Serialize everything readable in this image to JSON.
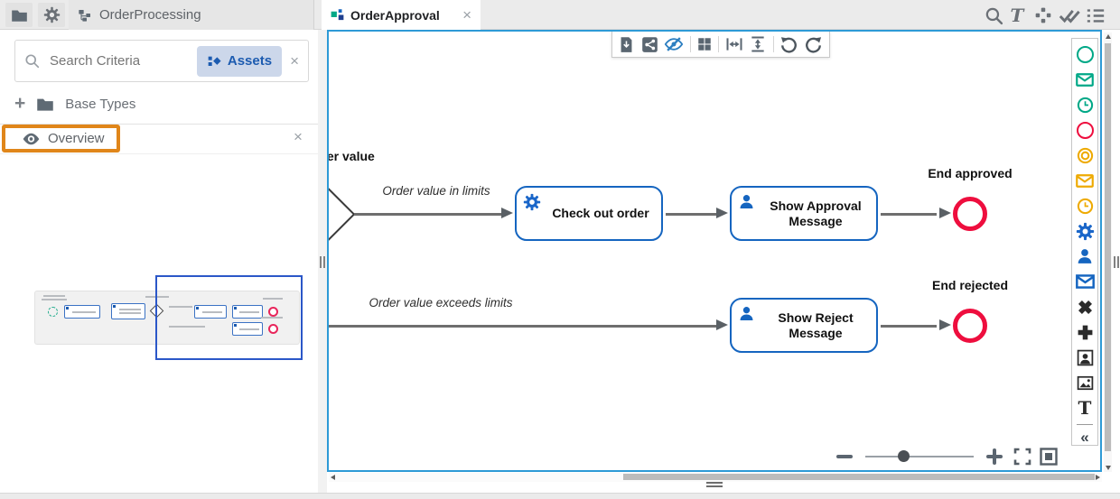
{
  "topbar": {
    "process_tab_label": "OrderProcessing",
    "doc_tab_label": "OrderApproval",
    "left_icons": [
      "folder-icon",
      "gear-icon"
    ],
    "right_icons": [
      "search-icon",
      "text-tool-icon",
      "symbols-icon",
      "validate-check-icon",
      "list-properties-icon"
    ]
  },
  "glyphs": {
    "close": "×",
    "plus": "+",
    "t": "T",
    "collapse": "«"
  },
  "left_panel": {
    "search_placeholder": "Search Criteria",
    "assets_button_label": "Assets",
    "base_types_label": "Base Types",
    "overview_title": "Overview"
  },
  "canvas_toolbar": {
    "icons": [
      "download-diagram",
      "share-diagram",
      "hide-elements-eye-off",
      "layout-grid",
      "match-width",
      "match-height",
      "undo",
      "redo"
    ]
  },
  "diagram": {
    "gateway_label": "Order value",
    "flow_in_limits_label": "Order value in limits",
    "flow_exceeds_label": "Order value exceeds limits",
    "task_checkout_label": "Check out order",
    "task_approval_label": "Show Approval Message",
    "task_reject_label": "Show Reject Message",
    "end_approved_label": "End approved",
    "end_rejected_label": "End rejected"
  },
  "palette": {
    "items": [
      "start-event-teal-circle",
      "message-event-teal-envelope",
      "timer-event-teal-clock",
      "end-event-red-circle",
      "intermediate-event-orange-double-circle",
      "message-event-orange-envelope",
      "timer-event-orange-clock",
      "service-task-blue-gear",
      "user-task-blue-person",
      "message-task-blue-envelope",
      "exclusive-gateway-x",
      "parallel-gateway-plus",
      "person-frame",
      "image",
      "text",
      "collapse-palette"
    ]
  },
  "zoom_controls": {
    "icons": [
      "zoom-out-minus",
      "zoom-slider",
      "zoom-in-plus",
      "fit-to-screen",
      "fit-frame"
    ]
  },
  "colors": {
    "canvas_border": "#2e9ad6",
    "task_border_blue": "#1565c0",
    "end_event_red": "#ee0e3e",
    "palette_teal": "#00a887",
    "palette_orange": "#eeaa02",
    "highlight_orange": "#e0861a",
    "assets_chip_bg": "#ccd7ea",
    "assets_chip_text": "#1c5bb0"
  }
}
